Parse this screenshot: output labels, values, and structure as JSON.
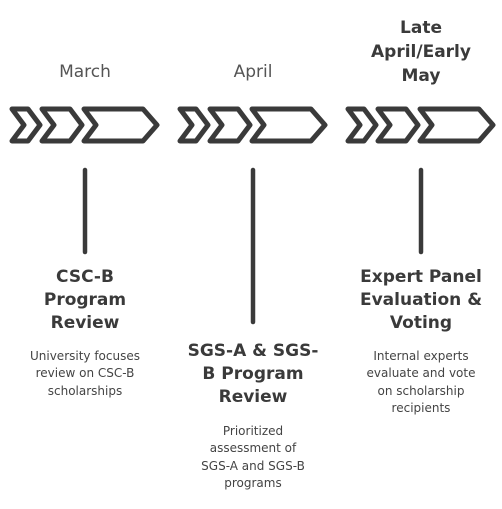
{
  "timeline": {
    "milestones": [
      {
        "period": "March",
        "title": "CSC-B\nProgram\nReview",
        "description": "University focuses\nreview on CSC-B\nscholarships"
      },
      {
        "period": "April",
        "title": "SGS-A & SGS-\nB Program\nReview",
        "description": "Prioritized\nassessment of\nSGS-A and SGS-B\nprograms"
      },
      {
        "period": "Late\nApril/Early\nMay",
        "title": "Expert Panel\nEvaluation &\nVoting",
        "description": "Internal experts\nevaluate and vote\non scholarship\nrecipients"
      }
    ]
  },
  "colors": {
    "stroke": "#3a3a3a",
    "text": "#3a3a3a",
    "background": "#ffffff"
  }
}
